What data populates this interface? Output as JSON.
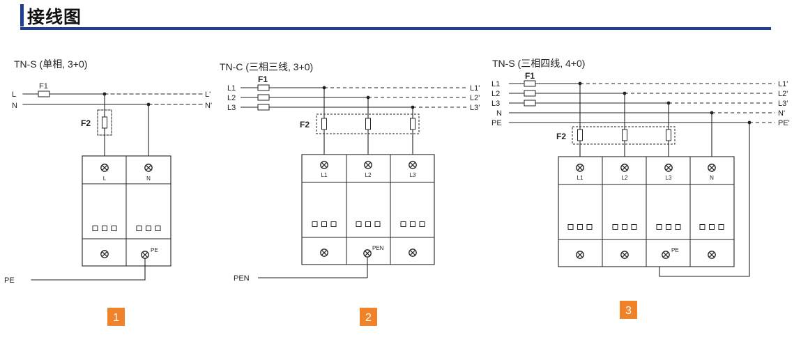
{
  "header": {
    "title": "接线图",
    "accent_color": "#1f3f94"
  },
  "badge_color": "#f0822a",
  "diagrams": [
    {
      "id": "1",
      "title": "TN-S (单相, 3+0)",
      "lines_left": [
        "L",
        "N"
      ],
      "lines_right": [
        "L'",
        "N'"
      ],
      "fuse_labels": [
        "F1",
        "F2"
      ],
      "module_top_labels": [
        "L",
        "N"
      ],
      "module_bottom_label": "PE",
      "ground_label": "PE",
      "badge": "1"
    },
    {
      "id": "2",
      "title": "TN-C (三相三线, 3+0)",
      "lines_left": [
        "L1",
        "L2",
        "L3"
      ],
      "lines_right": [
        "L1'",
        "L2'",
        "L3'"
      ],
      "fuse_labels": [
        "F1",
        "F2"
      ],
      "module_top_labels": [
        "L1",
        "L2",
        "L3"
      ],
      "module_bottom_label": "PEN",
      "ground_label": "PEN",
      "badge": "2"
    },
    {
      "id": "3",
      "title": "TN-S (三相四线, 4+0)",
      "lines_left": [
        "L1",
        "L2",
        "L3",
        "N",
        "PE"
      ],
      "lines_right": [
        "L1'",
        "L2'",
        "L3'",
        "N'",
        "PE'"
      ],
      "fuse_labels": [
        "F1",
        "F2"
      ],
      "module_top_labels": [
        "L1",
        "L2",
        "L3",
        "N"
      ],
      "module_bottom_label": "PE",
      "badge": "3"
    }
  ]
}
